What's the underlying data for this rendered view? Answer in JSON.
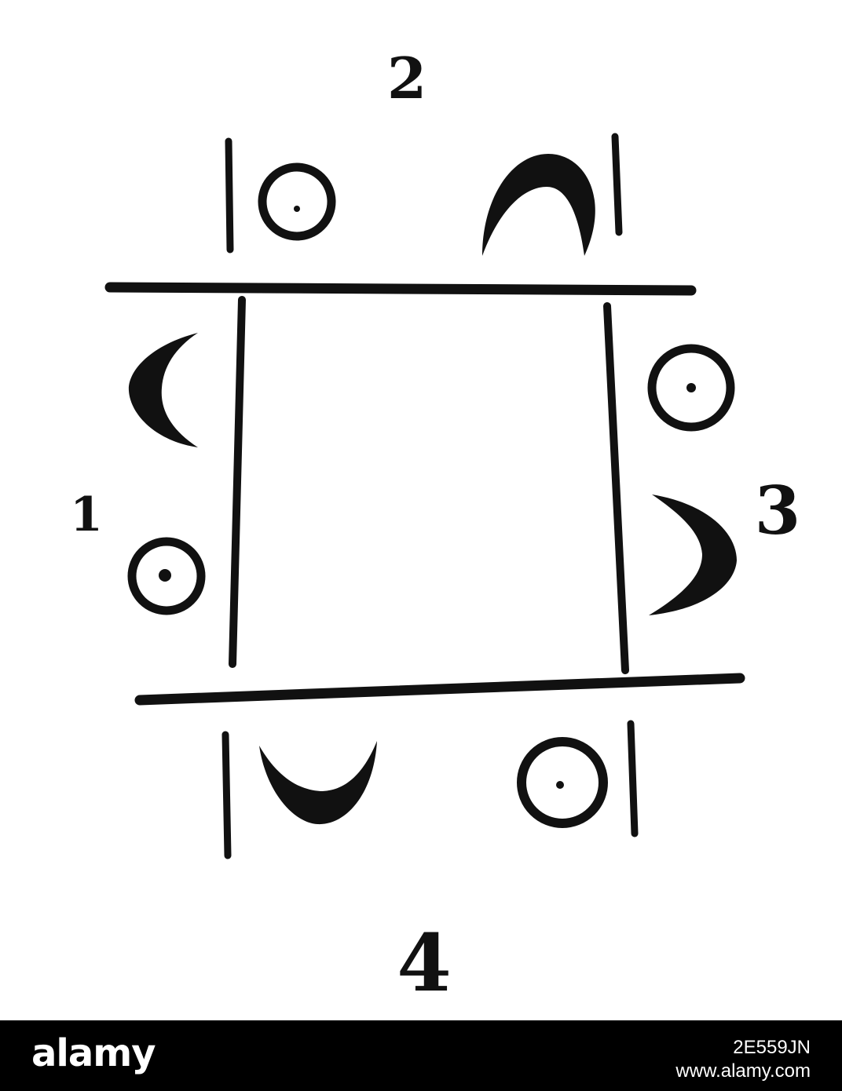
{
  "diagram": {
    "labels": {
      "top": "2",
      "left": "1",
      "right": "3",
      "bottom": "4"
    },
    "ink_color": "#111111",
    "background_color": "#ffffff",
    "symbols": [
      {
        "name": "sun-icon",
        "side": "top",
        "order": 1
      },
      {
        "name": "crescent-moon-icon",
        "side": "top",
        "order": 2
      },
      {
        "name": "crescent-moon-icon",
        "side": "left",
        "order": 1
      },
      {
        "name": "sun-icon",
        "side": "left",
        "order": 2
      },
      {
        "name": "sun-icon",
        "side": "right",
        "order": 1
      },
      {
        "name": "crescent-moon-icon",
        "side": "right",
        "order": 2
      },
      {
        "name": "crescent-moon-icon",
        "side": "bottom",
        "order": 1
      },
      {
        "name": "sun-icon",
        "side": "bottom",
        "order": 2
      }
    ]
  },
  "footer": {
    "logo": "alamy",
    "image_id": "2E559JN",
    "url": "www.alamy.com",
    "background_color": "#000000",
    "text_color": "#ffffff"
  }
}
